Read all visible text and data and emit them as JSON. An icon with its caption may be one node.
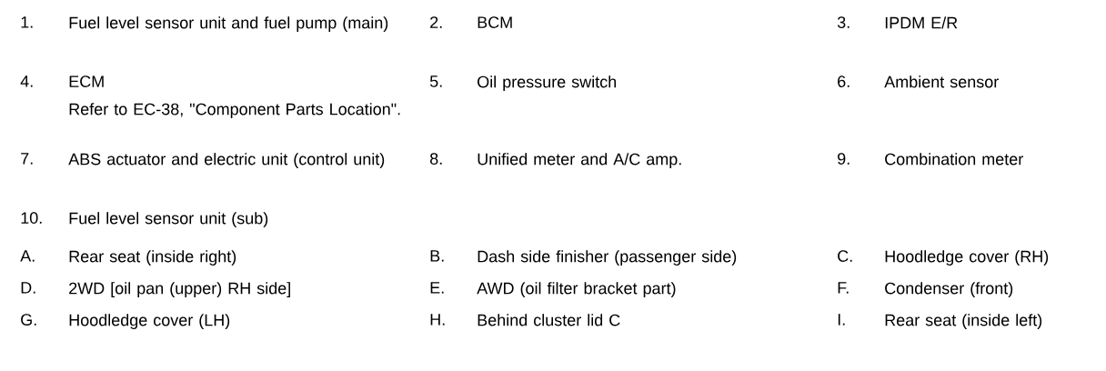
{
  "diagram": {
    "labels": [
      "1.",
      "Fuel level sensor unit and fuel pump (main)",
      "2.",
      "BCM",
      "3.",
      "IPDM E/R",
      "4.",
      "ECM",
      "Refer to EC-38, \"Component Parts Location\".",
      "5.",
      "Oil pressure switch",
      "6.",
      "Ambient sensor",
      "7.",
      "ABS actuator and electric unit (control unit)",
      "8.",
      "Unified meter and A/C amp.",
      "9.",
      "Combination meter",
      "10.",
      "Fuel level sensor unit (sub)",
      "A.",
      "Rear seat (inside right)",
      "B.",
      "Dash side finisher (passenger side)",
      "C.",
      "Hoodledge cover (RH)",
      "D.",
      "2WD [oil pan (upper) RH side]",
      "E.",
      "AWD (oil filter bracket part)",
      "F.",
      "Condenser (front)",
      "G.",
      "Hoodledge cover (LH)",
      "H.",
      "Behind cluster lid C",
      "I.",
      "Rear seat (inside left)"
    ]
  }
}
